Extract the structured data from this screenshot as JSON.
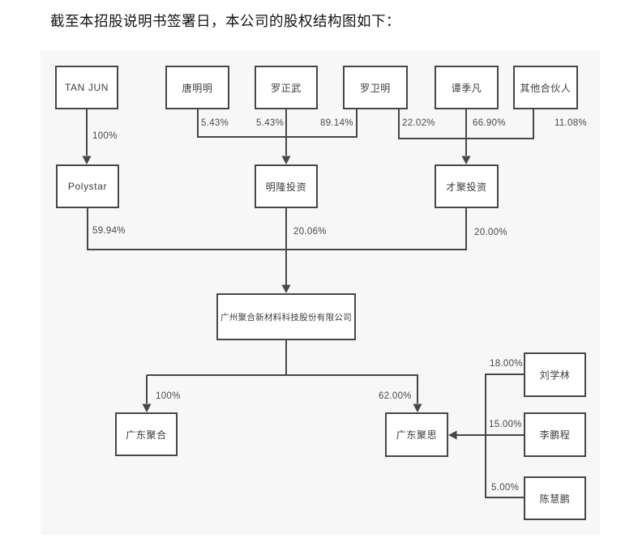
{
  "title": "截至本招股说明书签署日，本公司的股权结构图如下：",
  "colors": {
    "panel_background": "#f7f7f7",
    "box_border": "#474747",
    "connector_line": "#474747",
    "percent_text": "#4a4a4a"
  },
  "diagram": {
    "nodes": [
      {
        "id": "tan-jun",
        "label": "TAN JUN"
      },
      {
        "id": "tang-mingming",
        "label": "唐明明"
      },
      {
        "id": "luo-zhengwu",
        "label": "罗正武"
      },
      {
        "id": "luo-weiming",
        "label": "罗卫明"
      },
      {
        "id": "tan-jifan",
        "label": "谭季凡"
      },
      {
        "id": "other-partners",
        "label": "其他合伙人"
      },
      {
        "id": "polystar",
        "label": "Polystar"
      },
      {
        "id": "minglong-investment",
        "label": "明隆投资"
      },
      {
        "id": "caiju-investment",
        "label": "才聚投资"
      },
      {
        "id": "company",
        "label": "广州聚合新材料科技股份有限公司"
      },
      {
        "id": "guangdong-juhe",
        "label": "广东聚合"
      },
      {
        "id": "guangdong-jusi",
        "label": "广东聚思"
      },
      {
        "id": "liu-xuelin",
        "label": "刘学林"
      },
      {
        "id": "li-pengcheng",
        "label": "李鹏程"
      },
      {
        "id": "chen-huipeng",
        "label": "陈慧鹏"
      }
    ],
    "edges": [
      {
        "from": "tan-jun",
        "to": "polystar",
        "percent": "100%"
      },
      {
        "from": "tang-mingming",
        "to": "minglong-investment",
        "percent": "5.43%"
      },
      {
        "from": "luo-zhengwu",
        "to": "minglong-investment",
        "percent": "5.43%"
      },
      {
        "from": "luo-weiming",
        "to": "minglong-investment",
        "percent": "89.14%"
      },
      {
        "from": "luo-weiming",
        "to": "caiju-investment",
        "percent": "22.02%"
      },
      {
        "from": "tan-jifan",
        "to": "caiju-investment",
        "percent": "66.90%"
      },
      {
        "from": "other-partners",
        "to": "caiju-investment",
        "percent": "11.08%"
      },
      {
        "from": "polystar",
        "to": "company",
        "percent": "59.94%"
      },
      {
        "from": "minglong-investment",
        "to": "company",
        "percent": "20.06%"
      },
      {
        "from": "caiju-investment",
        "to": "company",
        "percent": "20.00%"
      },
      {
        "from": "company",
        "to": "guangdong-juhe",
        "percent": "100%"
      },
      {
        "from": "company",
        "to": "guangdong-jusi",
        "percent": "62.00%"
      },
      {
        "from": "liu-xuelin",
        "to": "guangdong-jusi",
        "percent": "18.00%"
      },
      {
        "from": "li-pengcheng",
        "to": "guangdong-jusi",
        "percent": "15.00%"
      },
      {
        "from": "chen-huipeng",
        "to": "guangdong-jusi",
        "percent": "5.00%"
      }
    ]
  }
}
